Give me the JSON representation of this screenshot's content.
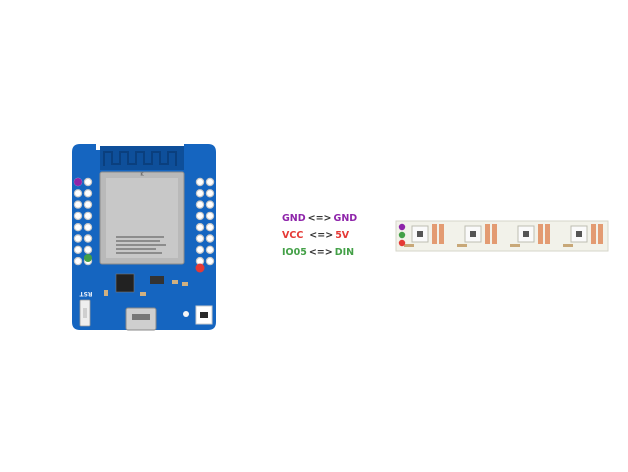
{
  "colors": {
    "gnd": "#8e24aa",
    "vcc": "#e53935",
    "data": "#43a047",
    "pcb": "#1565c0",
    "strip": "#f2f2ea"
  },
  "connections": [
    {
      "left": "GND",
      "arrow": "<=>",
      "right": "GND",
      "color_key": "gnd"
    },
    {
      "left": "VCC",
      "arrow": "<=>",
      "right": "5V",
      "color_key": "vcc"
    },
    {
      "left": "IO05",
      "arrow": "<=>",
      "right": "DIN",
      "color_key": "data"
    }
  ],
  "board": {
    "rst_label": "RST",
    "shield_marking": "K"
  },
  "strip": {
    "led_count": 4
  }
}
